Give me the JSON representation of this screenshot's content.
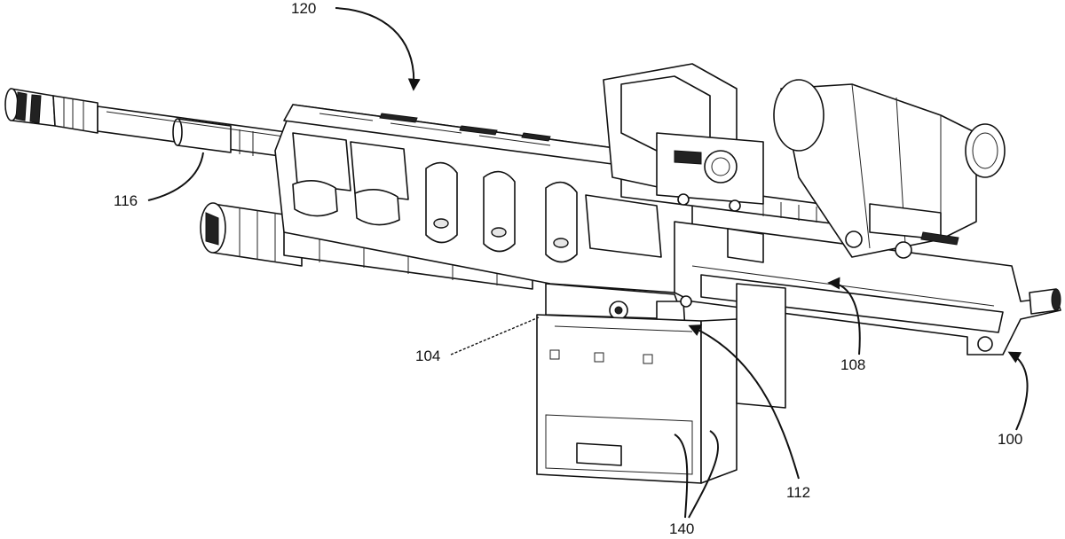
{
  "figure": {
    "type": "patent-drawing",
    "subject": "Firearm assembly with handguard, optics and magazine",
    "labels": [
      {
        "id": "ref-120",
        "text": "120",
        "target": "handguard"
      },
      {
        "id": "ref-116",
        "text": "116",
        "target": "barrel"
      },
      {
        "id": "ref-104",
        "text": "104",
        "target": "magazine-well"
      },
      {
        "id": "ref-108",
        "text": "108",
        "target": "upper-receiver"
      },
      {
        "id": "ref-100",
        "text": "100",
        "target": "firearm-assembly"
      },
      {
        "id": "ref-112",
        "text": "112",
        "target": "magazine-catch"
      },
      {
        "id": "ref-140",
        "text": "140",
        "target": "magazine"
      }
    ]
  }
}
